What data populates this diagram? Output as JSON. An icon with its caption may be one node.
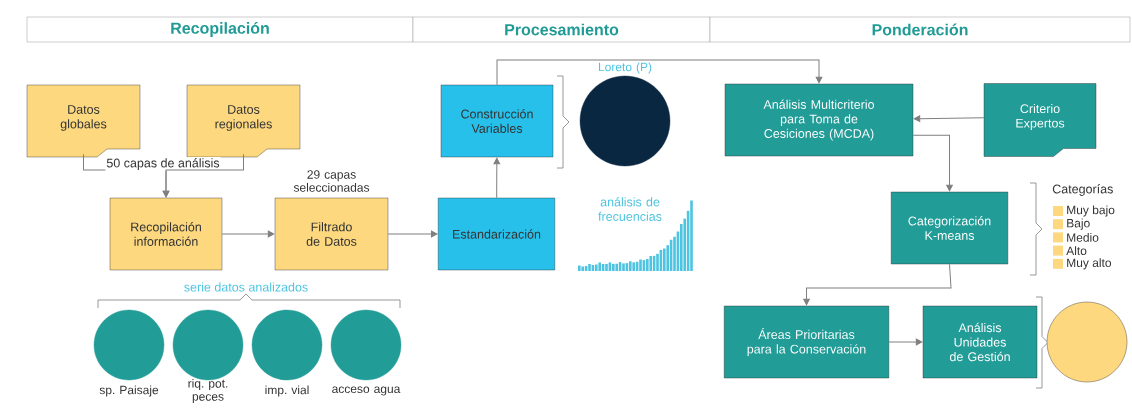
{
  "diagram": {
    "nodes": [
      {
        "text": [
          "Datos globales"
        ]
      },
      {
        "text": [
          "Datos regionales"
        ]
      },
      {
        "text": [
          "Recopilación información"
        ]
      },
      {
        "text": [
          "Filtrado de Datos"
        ],
        "beside": [
          "29 capas seleccionadas"
        ]
      },
      {
        "text": [
          "Estandarización"
        ]
      },
      {
        "text": [
          "Construcción Variables"
        ]
      },
      {
        "text": [],
        "shape": "circle",
        "beside": [
          "Loreto (P)"
        ]
      },
      {
        "text": [
          "Análisis Multicriterio para Toma de Cesiciones (MCDA)"
        ]
      },
      {
        "text": [
          "Criterio Expertos"
        ]
      },
      {
        "text": [
          "Categorización K-means"
        ]
      },
      {
        "text": [
          "Áreas Prioritarias para la Conservación"
        ]
      },
      {
        "text": [
          "Análisis Unidades de Gestión"
        ]
      },
      {
        "text": [],
        "shape": "circle"
      },
      {
        "text": [],
        "shape": "circle",
        "beside": [
          "sp. Paisaje"
        ]
      },
      {
        "text": [],
        "shape": "circle",
        "beside": [
          "riq. pot. peces"
        ]
      },
      {
        "text": [],
        "shape": "circle",
        "beside": [
          "imp. vial"
        ]
      },
      {
        "text": [],
        "shape": "circle",
        "beside": [
          "acceso agua"
        ]
      }
    ],
    "edges": [
      {
        "from": 0,
        "to": 2,
        "arrow": "to",
        "label": "50 capas de análisis"
      },
      {
        "from": 1,
        "to": 2,
        "arrow": "to"
      },
      {
        "from": 2,
        "to": 3,
        "arrow": "to"
      },
      {
        "from": 3,
        "to": 4,
        "arrow": "to"
      },
      {
        "from": 4,
        "to": 5,
        "arrow": "to"
      },
      {
        "from": 5,
        "to": 7,
        "arrow": "to"
      },
      {
        "from": 8,
        "to": 7,
        "arrow": "to"
      },
      {
        "from": 7,
        "to": 9,
        "arrow": "to"
      },
      {
        "from": 9,
        "to": 10,
        "arrow": "to"
      },
      {
        "from": 10,
        "to": 11,
        "arrow": "to"
      }
    ],
    "labels": [
      "Recopilación",
      "Procesamiento",
      "Ponderación",
      "análisis de frecuencias",
      "Categorías",
      "serie datos analizados"
    ],
    "legend": [
      {
        "text": "Muy bajo",
        "color": "#fdd87e"
      },
      {
        "text": "Bajo",
        "color": "#fdd87e"
      },
      {
        "text": "Medio",
        "color": "#fdd87e"
      },
      {
        "text": "Alto",
        "color": "#fdd87e"
      },
      {
        "text": "Muy alto",
        "color": "#fdd87e"
      }
    ]
  }
}
